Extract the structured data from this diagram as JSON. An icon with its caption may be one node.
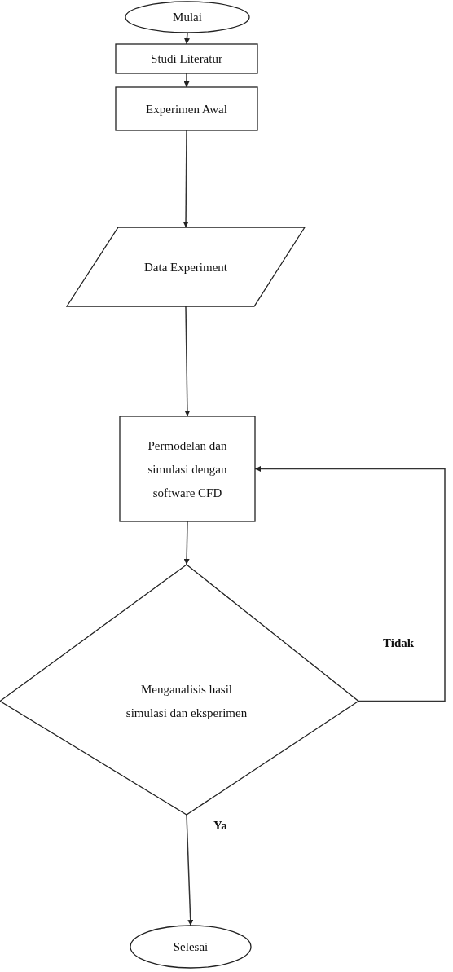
{
  "diagram": {
    "nodes": [
      {
        "text": [
          "Mulai"
        ]
      },
      {
        "text": [
          "Studi Literatur"
        ]
      },
      {
        "text": [
          "Experimen Awal"
        ]
      },
      {
        "text": [
          "Data Experiment"
        ]
      },
      {
        "text": [
          "Permodelan dan simulasi dengan software CFD"
        ]
      },
      {
        "text": [
          "Menganalisis hasil simulasi dan eksperimen"
        ]
      },
      {
        "text": [
          "Selesai"
        ]
      }
    ],
    "edges": [
      {
        "from": 0,
        "to": 1,
        "arrow": "to"
      },
      {
        "from": 1,
        "to": 2,
        "arrow": "to"
      },
      {
        "from": 2,
        "to": 3,
        "arrow": "to"
      },
      {
        "from": 3,
        "to": 4,
        "arrow": "to"
      },
      {
        "from": 4,
        "to": 5,
        "arrow": "to"
      },
      {
        "from": 5,
        "to": 6,
        "arrow": "to",
        "label": "Ya"
      },
      {
        "from": 5,
        "to": 4,
        "arrow": "to",
        "label": "Tidak"
      }
    ]
  }
}
